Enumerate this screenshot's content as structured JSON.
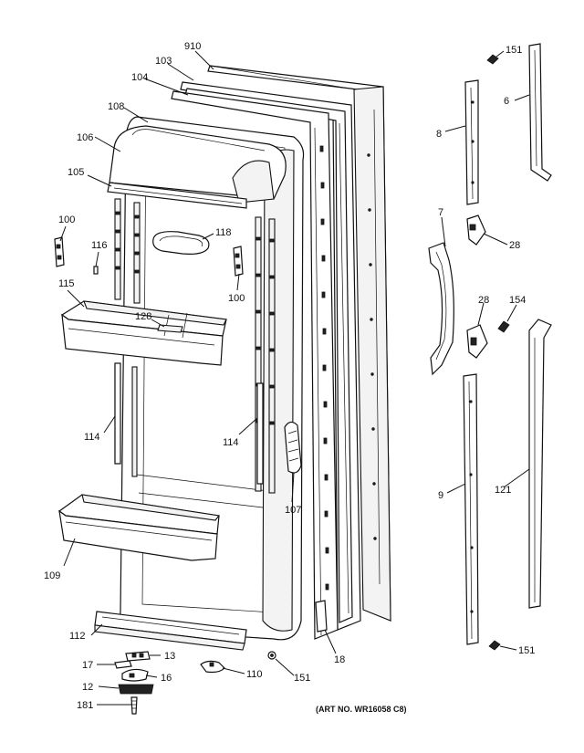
{
  "parts": [
    {
      "id": "p910",
      "label": "910"
    },
    {
      "id": "p103",
      "label": "103"
    },
    {
      "id": "p104",
      "label": "104"
    },
    {
      "id": "p108",
      "label": "108"
    },
    {
      "id": "p106",
      "label": "106"
    },
    {
      "id": "p105",
      "label": "105"
    },
    {
      "id": "p100a",
      "label": "100"
    },
    {
      "id": "p116",
      "label": "116"
    },
    {
      "id": "p118",
      "label": "118"
    },
    {
      "id": "p100b",
      "label": "100"
    },
    {
      "id": "p115",
      "label": "115"
    },
    {
      "id": "p128a",
      "label": "128"
    },
    {
      "id": "p114a",
      "label": "114"
    },
    {
      "id": "p114b",
      "label": "114"
    },
    {
      "id": "p107",
      "label": "107"
    },
    {
      "id": "p109",
      "label": "109"
    },
    {
      "id": "p112",
      "label": "112"
    },
    {
      "id": "p13",
      "label": "13"
    },
    {
      "id": "p17",
      "label": "17"
    },
    {
      "id": "p16",
      "label": "16"
    },
    {
      "id": "p12",
      "label": "12"
    },
    {
      "id": "p181",
      "label": "181"
    },
    {
      "id": "p110",
      "label": "110"
    },
    {
      "id": "p151a",
      "label": "151"
    },
    {
      "id": "p18",
      "label": "18"
    },
    {
      "id": "p151b",
      "label": "151"
    },
    {
      "id": "p6",
      "label": "6"
    },
    {
      "id": "p8",
      "label": "8"
    },
    {
      "id": "p7",
      "label": "7"
    },
    {
      "id": "p28a",
      "label": "28"
    },
    {
      "id": "p28b",
      "label": "28"
    },
    {
      "id": "p154",
      "label": "154"
    },
    {
      "id": "p9",
      "label": "9"
    },
    {
      "id": "p121",
      "label": "121"
    },
    {
      "id": "p151c",
      "label": "151"
    }
  ],
  "art_number": "(ART NO. WR16058 C8)"
}
